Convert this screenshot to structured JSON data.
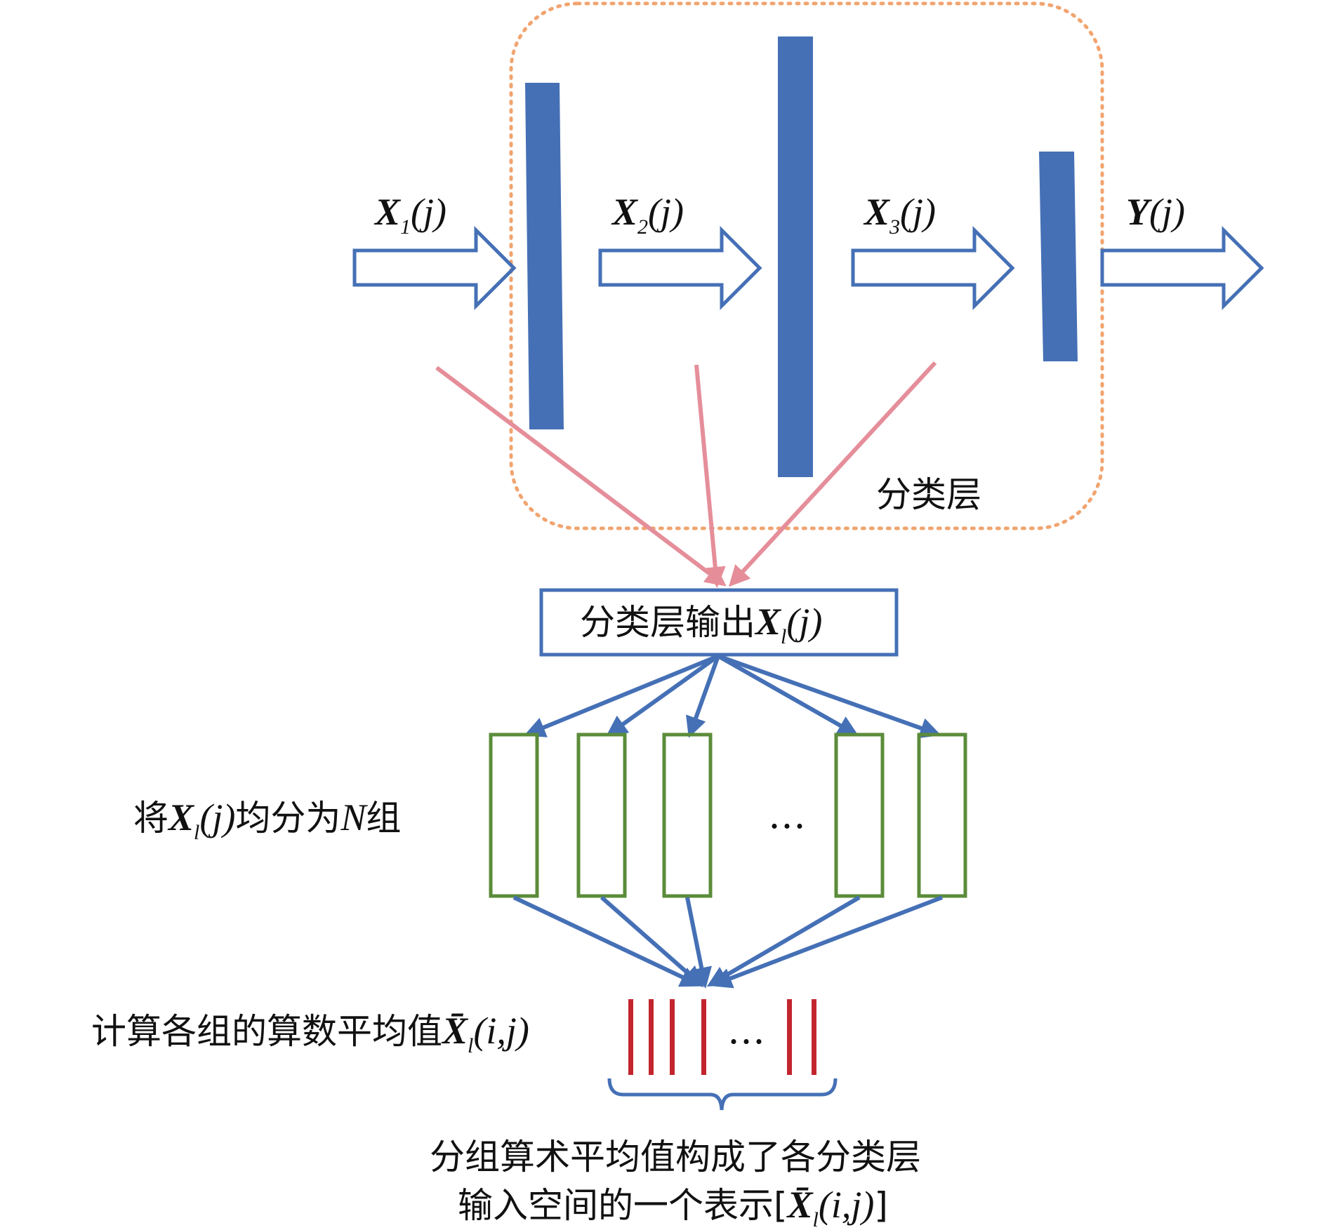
{
  "colors": {
    "blue": "#4570B6",
    "pink": "#E58E9A",
    "orange": "#F1A46F",
    "green": "#5B8C3A",
    "red": "#C3252F",
    "text": "#111111"
  },
  "labels": {
    "x1": {
      "var": "X",
      "sub": "1",
      "arg": "(j)"
    },
    "x2": {
      "var": "X",
      "sub": "2",
      "arg": "(j)"
    },
    "x3": {
      "var": "X",
      "sub": "3",
      "arg": "(j)"
    },
    "y": {
      "var": "Y",
      "arg": "(j)"
    },
    "classification_layer": "分类层",
    "output_box": {
      "prefix": "分类层输出",
      "var": "X",
      "sub": "l",
      "arg": "(j)"
    },
    "split": {
      "prefix": "将",
      "var": "X",
      "sub": "l",
      "arg": "(j)",
      "mid": "均分为",
      "n": "N",
      "suffix": "组"
    },
    "ellipsis_groups": "…",
    "mean": {
      "prefix": "计算各组的算数平均值",
      "var": "X̄",
      "sub": "l",
      "arg": "(i,j)"
    },
    "ellipsis_bars": "…",
    "summary": {
      "line1": "分组算术平均值构成了各分类层",
      "line2_prefix": "输入空间的一个表示[",
      "line2_var": "X̄",
      "line2_sub": "l",
      "line2_arg": "(i,j)",
      "line2_suffix": "]"
    }
  }
}
